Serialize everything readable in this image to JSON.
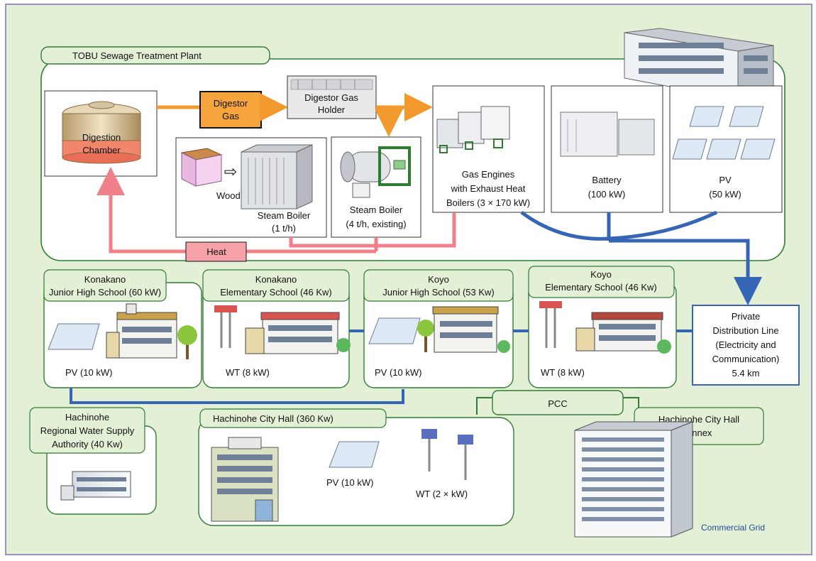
{
  "plant": {
    "title": "TOBU Sewage Treatment Plant"
  },
  "digestion": {
    "line1": "Digestion",
    "line2": "Chamber"
  },
  "digestor_gas": {
    "line1": "Digestor",
    "line2": "Gas"
  },
  "gas_holder": {
    "line1": "Digestor Gas",
    "line2": "Holder"
  },
  "wood": {
    "label": "Wood"
  },
  "steam_boiler_1": {
    "line1": "Steam Boiler",
    "line2": "(1 t/h)"
  },
  "steam_boiler_2": {
    "line1": "Steam Boiler",
    "line2": "(4 t/h, existing)"
  },
  "gas_engines": {
    "line1": "Gas Engines",
    "line2": "with Exhaust Heat",
    "line3": "Boilers (3 × 170 kW)"
  },
  "battery": {
    "line1": "Battery",
    "line2": "(100 kW)"
  },
  "pv_plant": {
    "line1": "PV",
    "line2": "(50 kW)"
  },
  "heat": {
    "label": "Heat"
  },
  "konakano_jhs": {
    "line1": "Konakano",
    "line2": "Junior High School (60 kW)",
    "gen": "PV (10 kW)"
  },
  "konakano_es": {
    "line1": "Konakano",
    "line2": "Elementary School (46 Kw)",
    "gen": "WT (8 kW)"
  },
  "koyo_jhs": {
    "line1": "Koyo",
    "line2": "Junior High School (53 Kw)",
    "gen": "PV (10 kW)"
  },
  "koyo_es": {
    "line1": "Koyo",
    "line2": "Elementary School (46 Kw)",
    "gen": "WT (8 kW)"
  },
  "distribution": {
    "line1": "Private",
    "line2": "Distribution Line",
    "line3": "(Electricity and",
    "line4": "Communication)",
    "line5": "5.4 km"
  },
  "water": {
    "line1": "Hachinohe",
    "line2": "Regional Water Supply",
    "line3": "Authority (40 Kw)"
  },
  "city_hall": {
    "title": "Hachinohe City Hall (360 Kw)",
    "pv": "PV (10 kW)",
    "wt": "WT (2 × kW)"
  },
  "pcc": {
    "label": "PCC"
  },
  "annex": {
    "line1": "Hachinohe City Hall",
    "line2": "Annex"
  },
  "grid": {
    "label": "Commercial Grid"
  },
  "colors": {
    "background": "#e4f0d6",
    "box_border": "#2f7d32",
    "gas_arrow": "#f29a2e",
    "heat_line": "#f07f8a",
    "power_line": "#3565b4"
  }
}
